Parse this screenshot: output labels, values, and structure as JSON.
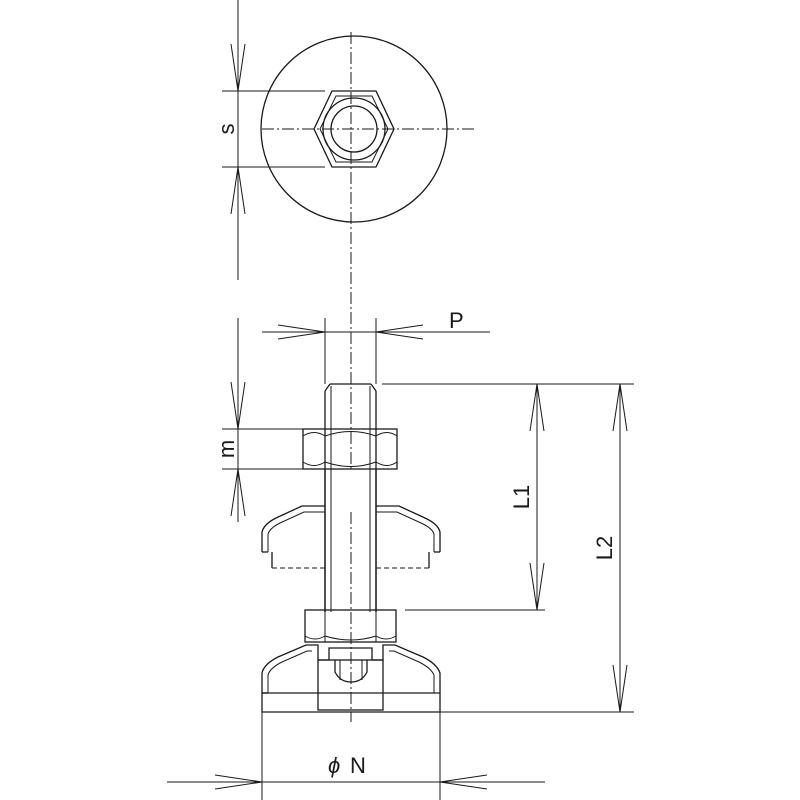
{
  "labels": {
    "s": "s",
    "p": "P",
    "m": "m",
    "l1": "L1",
    "l2": "L2",
    "phi": "ϕ",
    "n": "N"
  }
}
